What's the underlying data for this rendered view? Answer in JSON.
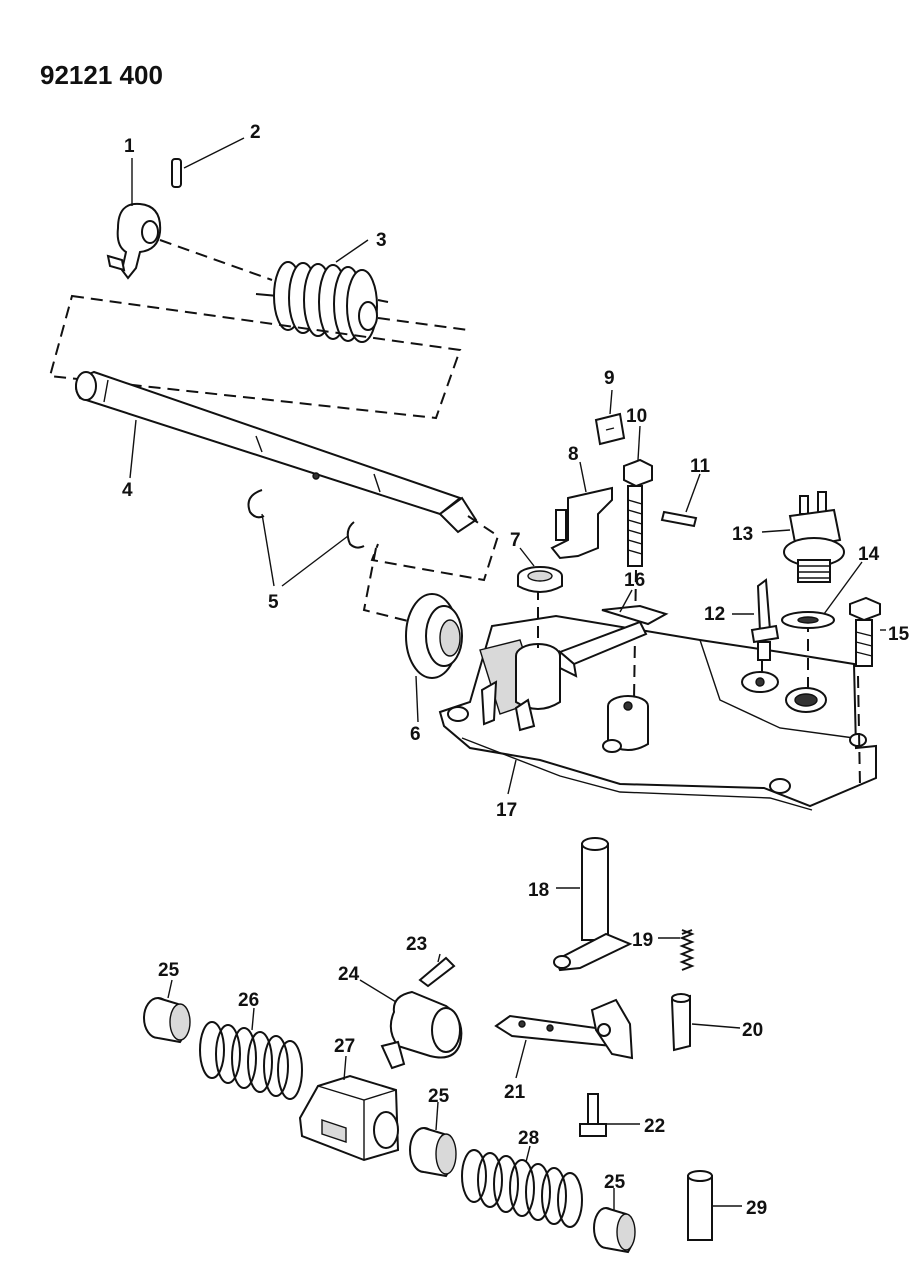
{
  "drawing_number": "92121 400",
  "callouts": [
    {
      "id": "c1",
      "label": "1"
    },
    {
      "id": "c2",
      "label": "2"
    },
    {
      "id": "c3",
      "label": "3"
    },
    {
      "id": "c4",
      "label": "4"
    },
    {
      "id": "c5",
      "label": "5"
    },
    {
      "id": "c6",
      "label": "6"
    },
    {
      "id": "c7",
      "label": "7"
    },
    {
      "id": "c8",
      "label": "8"
    },
    {
      "id": "c9",
      "label": "9"
    },
    {
      "id": "c10",
      "label": "10"
    },
    {
      "id": "c11",
      "label": "11"
    },
    {
      "id": "c12",
      "label": "12"
    },
    {
      "id": "c13",
      "label": "13"
    },
    {
      "id": "c14",
      "label": "14"
    },
    {
      "id": "c15",
      "label": "15"
    },
    {
      "id": "c16",
      "label": "16"
    },
    {
      "id": "c17",
      "label": "17"
    },
    {
      "id": "c18",
      "label": "18"
    },
    {
      "id": "c19",
      "label": "19"
    },
    {
      "id": "c20",
      "label": "20"
    },
    {
      "id": "c21",
      "label": "21"
    },
    {
      "id": "c22",
      "label": "22"
    },
    {
      "id": "c23",
      "label": "23"
    },
    {
      "id": "c24",
      "label": "24"
    },
    {
      "id": "c25a",
      "label": "25"
    },
    {
      "id": "c25b",
      "label": "25"
    },
    {
      "id": "c25c",
      "label": "25"
    },
    {
      "id": "c26",
      "label": "26"
    },
    {
      "id": "c27",
      "label": "27"
    },
    {
      "id": "c28",
      "label": "28"
    },
    {
      "id": "c29",
      "label": "29"
    }
  ]
}
